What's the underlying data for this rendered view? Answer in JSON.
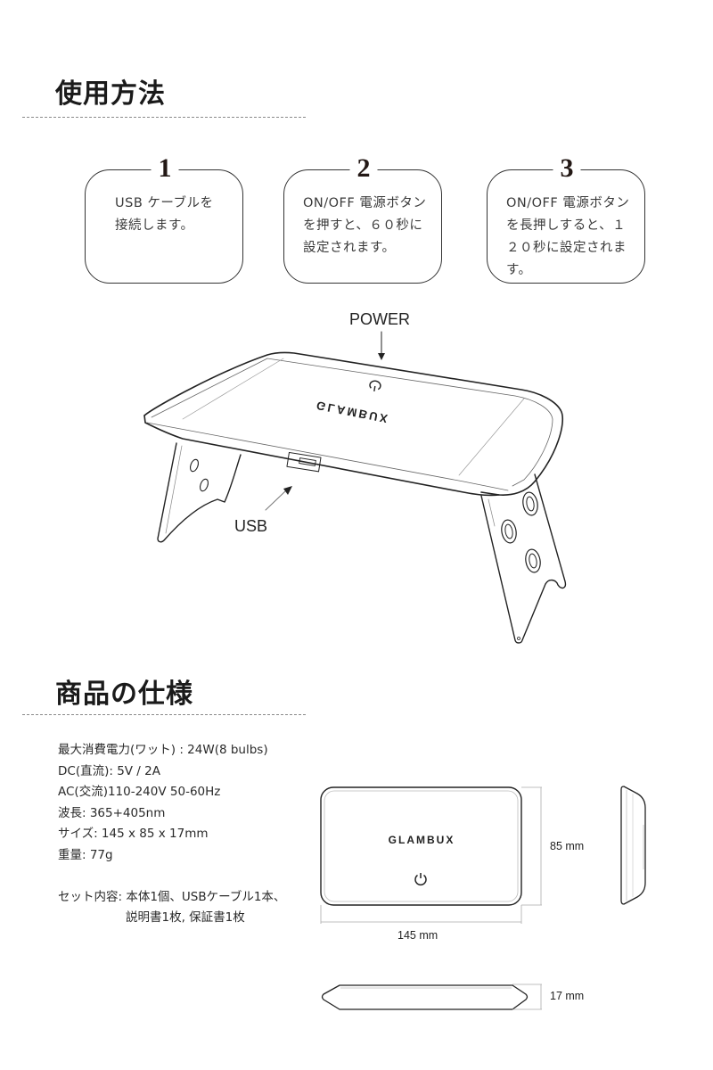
{
  "usage": {
    "title": "使用方法",
    "steps": [
      {
        "number": "1",
        "text": "USB ケーブルを接続します。"
      },
      {
        "number": "2",
        "text": "ON/OFF 電源ボタンを押すと、６０秒に設定されます。"
      },
      {
        "number": "3",
        "text": "ON/OFF 電源ボタンを長押しすると、１２０秒に設定されます。"
      }
    ],
    "diagram": {
      "power_label": "POWER",
      "usb_label": "USB",
      "brand_mirrored": "GLAMBUX",
      "icon": "power-icon"
    }
  },
  "specs": {
    "title": "商品の仕様",
    "lines": [
      "最大消費電力(ワット) : 24W(8 bulbs)",
      "DC(直流): 5V / 2A",
      "AC(交流)110-240V 50-60Hz",
      "波長: 365+405nm",
      "サイズ: 145 x 85 x 17mm",
      "重量: 77g"
    ],
    "contents_line1": "セット内容: 本体1個、USBケーブル1本、",
    "contents_line2": "説明書1枚, 保証書1枚",
    "drawing": {
      "brand": "GLAMBUX",
      "width_label": "145 mm",
      "height_label": "85 mm",
      "thickness_label": "17 mm",
      "icon": "power-icon"
    }
  }
}
